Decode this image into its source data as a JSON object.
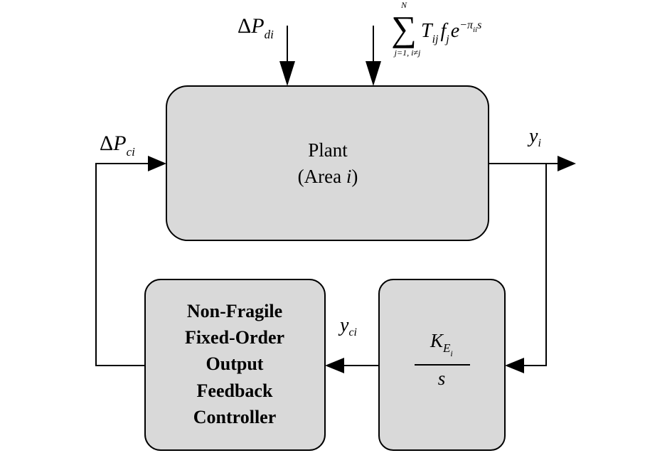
{
  "plant": {
    "line1": "Plant",
    "line2_prefix": "(Area ",
    "line2_var": "i",
    "line2_suffix": ")"
  },
  "controller": {
    "lines": [
      "Non-Fragile",
      "Fixed-Order",
      "Output",
      "Feedback",
      "Controller"
    ]
  },
  "integrator": {
    "numerator_main": "K",
    "numerator_sub": "E",
    "numerator_subsub": "i",
    "denominator": "s"
  },
  "signals": {
    "disturbance": {
      "delta": "Δ",
      "main": "P",
      "sub": "di"
    },
    "control_input": {
      "delta": "Δ",
      "main": "P",
      "sub": "ci"
    },
    "output": {
      "main": "y",
      "sub": "i"
    },
    "controller_input": {
      "main": "y",
      "sub": "ci"
    }
  },
  "interconnection": {
    "sum_symbol": "∑",
    "upper_limit": "N",
    "lower_limit": "j=1, i≠j",
    "term_T": "T",
    "term_T_sub": "ij",
    "term_f": "f",
    "term_f_sub": "j",
    "term_e": "e",
    "exponent_prefix": "−π",
    "exponent_sub": "ii",
    "exponent_suffix": "s"
  }
}
